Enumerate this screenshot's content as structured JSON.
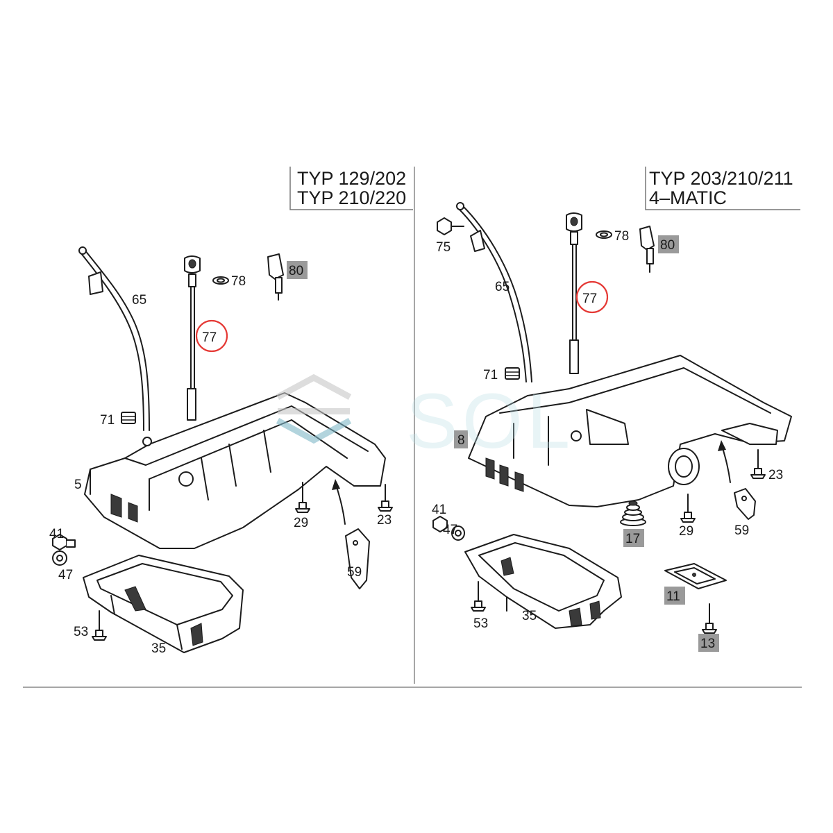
{
  "panels": [
    {
      "title_line1": "TYP 129/202",
      "title_line2": "TYP 210/220",
      "labels": {
        "l65": "65",
        "l78": "78",
        "l80": "80",
        "l77": "77",
        "l71": "71",
        "l5": "5",
        "l29": "29",
        "l23": "23",
        "l41": "41",
        "l47": "47",
        "l59": "59",
        "l53": "53",
        "l35": "35"
      }
    },
    {
      "title_line1": "TYP 203/210/211",
      "title_line2": "4–MATIC",
      "labels": {
        "l75": "75",
        "l78": "78",
        "l80": "80",
        "l65": "65",
        "l77": "77",
        "l71": "71",
        "l8": "8",
        "l23": "23",
        "l41": "41",
        "l47": "47",
        "l17": "17",
        "l29": "29",
        "l59": "59",
        "l53": "53",
        "l35": "35",
        "l11": "11",
        "l13": "13"
      }
    }
  ],
  "highlight": {
    "circled_part": "77",
    "color": "#e53935"
  },
  "watermark": {
    "text": "SOL"
  },
  "colors": {
    "line": "#1c1c1c",
    "shaded_label": "#9a9a9a",
    "watermark": "#b8dde4"
  }
}
